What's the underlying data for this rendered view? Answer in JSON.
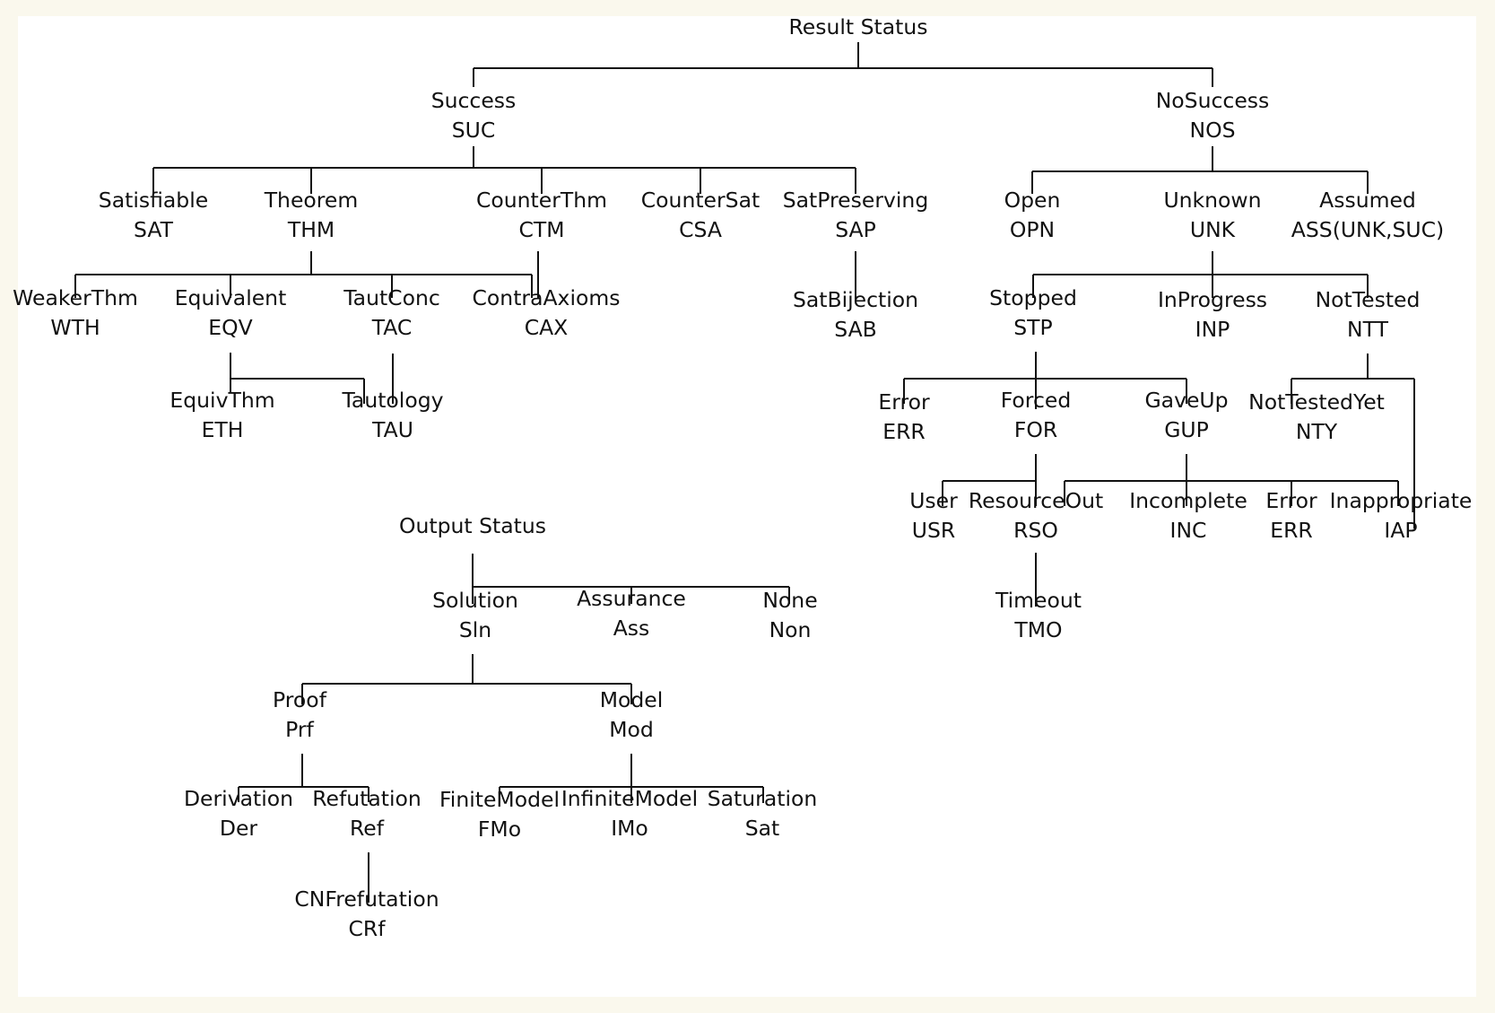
{
  "diagram": {
    "result_status": {
      "title": "Result Status",
      "success": {
        "name": "Success",
        "code": "SUC"
      },
      "nosuccess": {
        "name": "NoSuccess",
        "code": "NOS"
      },
      "satisfiable": {
        "name": "Satisfiable",
        "code": "SAT"
      },
      "theorem": {
        "name": "Theorem",
        "code": "THM"
      },
      "counterthm": {
        "name": "CounterThm",
        "code": "CTM"
      },
      "countersat": {
        "name": "CounterSat",
        "code": "CSA"
      },
      "satpreserving": {
        "name": "SatPreserving",
        "code": "SAP"
      },
      "open": {
        "name": "Open",
        "code": "OPN"
      },
      "unknown": {
        "name": "Unknown",
        "code": "UNK"
      },
      "assumed": {
        "name": "Assumed",
        "code": "ASS(UNK,SUC)"
      },
      "weakerthm": {
        "name": "WeakerThm",
        "code": "WTH"
      },
      "equivalent": {
        "name": "Equivalent",
        "code": "EQV"
      },
      "tautconc": {
        "name": "TautConc",
        "code": "TAC"
      },
      "contraaxioms": {
        "name": "ContraAxioms",
        "code": "CAX"
      },
      "satbijection": {
        "name": "SatBijection",
        "code": "SAB"
      },
      "equivthm": {
        "name": "EquivThm",
        "code": "ETH"
      },
      "tautology": {
        "name": "Tautology",
        "code": "TAU"
      },
      "stopped": {
        "name": "Stopped",
        "code": "STP"
      },
      "inprogress": {
        "name": "InProgress",
        "code": "INP"
      },
      "nottested": {
        "name": "NotTested",
        "code": "NTT"
      },
      "error": {
        "name": "Error",
        "code": "ERR"
      },
      "forced": {
        "name": "Forced",
        "code": "FOR"
      },
      "gaveup": {
        "name": "GaveUp",
        "code": "GUP"
      },
      "nottestedyet": {
        "name": "NotTestedYet",
        "code": "NTY"
      },
      "user": {
        "name": "User",
        "code": "USR"
      },
      "resourceout": {
        "name": "ResourceOut",
        "code": "RSO"
      },
      "incomplete": {
        "name": "Incomplete",
        "code": "INC"
      },
      "error2": {
        "name": "Error",
        "code": "ERR"
      },
      "inappropriate": {
        "name": "Inappropriate",
        "code": "IAP"
      },
      "timeout": {
        "name": "Timeout",
        "code": "TMO"
      }
    },
    "output_status": {
      "title": "Output Status",
      "solution": {
        "name": "Solution",
        "code": "Sln"
      },
      "assurance": {
        "name": "Assurance",
        "code": "Ass"
      },
      "none": {
        "name": "None",
        "code": "Non"
      },
      "proof": {
        "name": "Proof",
        "code": "Prf"
      },
      "model": {
        "name": "Model",
        "code": "Mod"
      },
      "derivation": {
        "name": "Derivation",
        "code": "Der"
      },
      "refutation": {
        "name": "Refutation",
        "code": "Ref"
      },
      "finitemodel": {
        "name": "FiniteModel",
        "code": "FMo"
      },
      "infinitemodel": {
        "name": "InfiniteModel",
        "code": "IMo"
      },
      "saturation": {
        "name": "Saturation",
        "code": "Sat"
      },
      "cnfrefutation": {
        "name": "CNFrefutation",
        "code": "CRf"
      }
    }
  }
}
